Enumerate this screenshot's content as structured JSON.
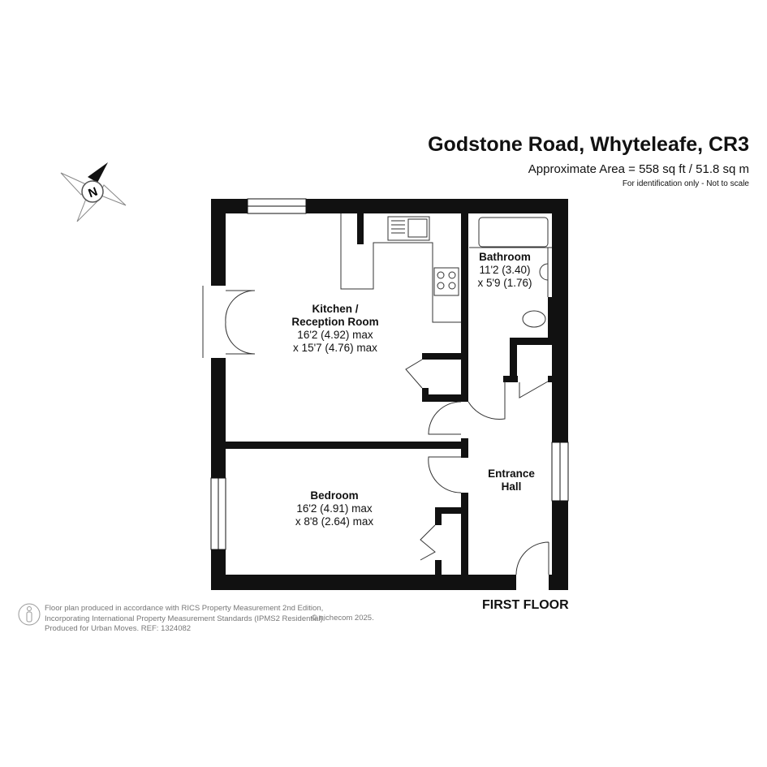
{
  "header": {
    "title": "Godstone Road, Whyteleafe, CR3",
    "area": "Approximate Area = 558 sq ft / 51.8 sq m",
    "note": "For identification only - Not to scale"
  },
  "compass": {
    "label": "N"
  },
  "rooms": [
    {
      "name_line1": "Kitchen /",
      "name_line2": "Reception Room",
      "dim1": "16'2 (4.92) max",
      "dim2": "x 15'7 (4.76) max"
    },
    {
      "name_line1": "Bathroom",
      "dim1": "11'2 (3.40)",
      "dim2": "x 5'9 (1.76)"
    },
    {
      "name_line1": "Bedroom",
      "dim1": "16'2 (4.91) max",
      "dim2": "x 8'8 (2.64) max"
    },
    {
      "name_line1": "Entrance",
      "name_line2": "Hall"
    }
  ],
  "floor_label": "FIRST FLOOR",
  "footer": {
    "line1": "Floor plan produced in accordance with RICS Property Measurement 2nd Edition,",
    "line2": "Incorporating International Property Measurement Standards (IPMS2 Residential).",
    "line3": "Produced for Urban Moves.   REF: 1324082",
    "copyright": "© nichecom 2025."
  }
}
